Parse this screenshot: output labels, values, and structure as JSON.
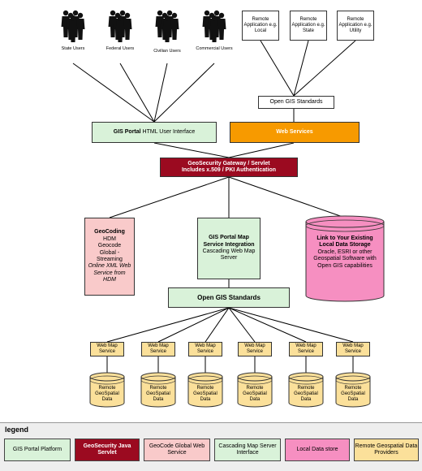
{
  "users": [
    {
      "label": "State Users"
    },
    {
      "label": "Federal Users"
    },
    {
      "label": "Civilian Users"
    },
    {
      "label": "Commercial Users"
    }
  ],
  "remote_apps": [
    {
      "label": "Remote Application e.g. Local"
    },
    {
      "label": "Remote Application e.g. State"
    },
    {
      "label": "Remote Application e.g. Utility"
    }
  ],
  "open_gis_top": "Open GIS Standards",
  "gis_portal": {
    "bold": "GIS Portal",
    "rest": "HTML User Interface"
  },
  "web_services": "Web Services",
  "gateway": {
    "line1": "GeoSecurity Gateway / Servlet",
    "line2": "Includes x.509 / PKI Authentication"
  },
  "geocoding": {
    "title": "GeoCoding",
    "line1": "HDM",
    "line2": "Geocode",
    "line3": "Global -",
    "line4": "Streaming",
    "line5": "Online XML Web Service from HDM"
  },
  "map_service": {
    "title": "GIS Portal Map Service Integration",
    "sub": "Cascading Web Map Server"
  },
  "local_store": {
    "title": "Link to Your Existing Local Data Storage",
    "sub": "Oracle, ESRI or other Geospatial Software with Open GIS capabilities"
  },
  "open_gis_mid": "Open GIS Standards",
  "wms_label": "Web Map Service",
  "remote_data_label": "Remote GeoSpatial Data",
  "legend": {
    "title": "legend",
    "items": [
      {
        "label": "GIS Portal Platform"
      },
      {
        "label": "GeoSecurity Java Servlet"
      },
      {
        "label": "GeoCode Global Web Service"
      },
      {
        "label": "Cascading Map Server Interface"
      },
      {
        "label": "Local Data store"
      },
      {
        "label": "Remote Geospatial Data Providers"
      }
    ]
  },
  "colors": {
    "green": "#d9f2d9",
    "orange": "#f79a00",
    "maroon": "#9b0a20",
    "pink_light": "#f9caca",
    "pink_db": "#f68fc1",
    "tan": "#fbe09a"
  }
}
